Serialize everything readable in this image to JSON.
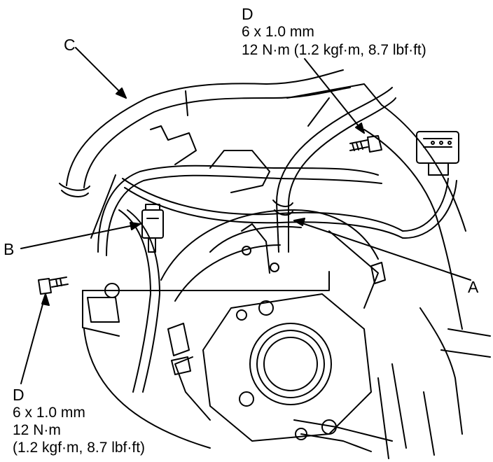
{
  "labels": {
    "a": "A",
    "b": "B",
    "c": "C",
    "d_top": {
      "letter": "D",
      "size": "6 x 1.0 mm",
      "torque": "12 N·m (1.2 kgf·m, 8.7 lbf·ft)"
    },
    "d_bottom": {
      "letter": "D",
      "size": "6 x 1.0 mm",
      "torque": "12 N·m",
      "torque_alt": "(1.2 kgf·m, 8.7 lbf·ft)"
    }
  },
  "colors": {
    "ink": "#000000",
    "paper": "#ffffff"
  }
}
